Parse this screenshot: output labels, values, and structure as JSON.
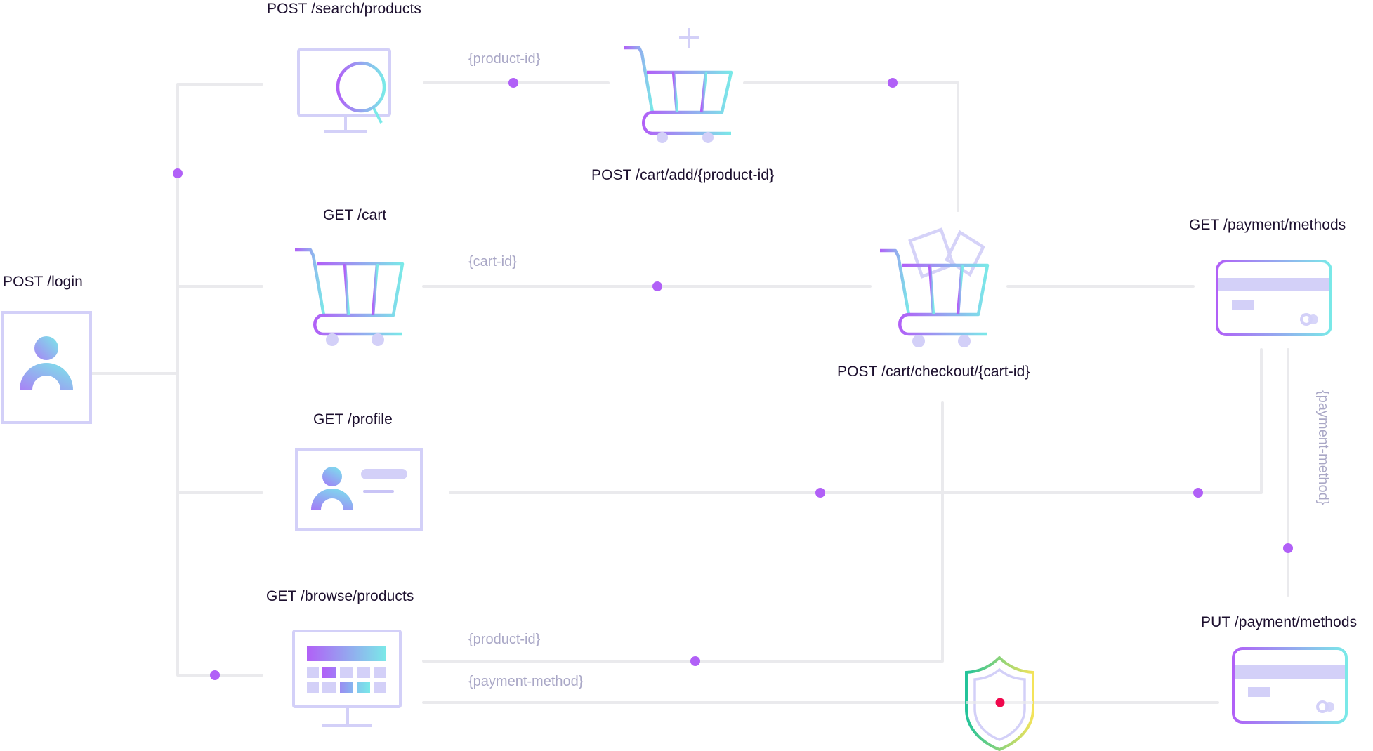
{
  "diagram": {
    "title": "",
    "colors": {
      "connector": "#eaeaed",
      "node_dot": "#b160f7",
      "icon_outline": "#d3d0f8",
      "gradient_start": "#b160f7",
      "gradient_end": "#7ae9e8",
      "shield_gradient": [
        "#22c39a",
        "#f4e35a"
      ],
      "alert_dot": "#f0084d",
      "label_text": "#1c0f2e",
      "param_text": "#a9a7c6"
    },
    "nodes": [
      {
        "id": "login",
        "label": "POST /login",
        "icon": "user-icon"
      },
      {
        "id": "search",
        "label": "POST /search/products",
        "icon": "monitor-search-icon"
      },
      {
        "id": "cart_add",
        "label": "POST /cart/add/{product-id}",
        "icon": "cart-add-icon"
      },
      {
        "id": "get_cart",
        "label": "GET /cart",
        "icon": "cart-icon"
      },
      {
        "id": "checkout",
        "label": "POST /cart/checkout/{cart-id}",
        "icon": "cart-full-icon"
      },
      {
        "id": "get_payment",
        "label": "GET /payment/methods",
        "icon": "credit-card-icon"
      },
      {
        "id": "profile",
        "label": "GET /profile",
        "icon": "profile-card-icon"
      },
      {
        "id": "browse",
        "label": "GET /browse/products",
        "icon": "monitor-grid-icon"
      },
      {
        "id": "security",
        "label": "",
        "icon": "shield-icon"
      },
      {
        "id": "put_payment",
        "label": "PUT /payment/methods",
        "icon": "credit-card-icon"
      }
    ],
    "edges": [
      {
        "from": "login",
        "to": "search",
        "param": ""
      },
      {
        "from": "login",
        "to": "get_cart",
        "param": ""
      },
      {
        "from": "login",
        "to": "profile",
        "param": ""
      },
      {
        "from": "login",
        "to": "browse",
        "param": ""
      },
      {
        "from": "search",
        "to": "cart_add",
        "param": "{product-id}"
      },
      {
        "from": "cart_add",
        "to": "checkout",
        "param": ""
      },
      {
        "from": "get_cart",
        "to": "checkout",
        "param": "{cart-id}"
      },
      {
        "from": "checkout",
        "to": "get_payment",
        "param": ""
      },
      {
        "from": "profile",
        "to": "get_payment",
        "param": ""
      },
      {
        "from": "get_payment",
        "to": "put_payment",
        "param": "{payment-method}"
      },
      {
        "from": "browse",
        "to": "checkout",
        "param": "{product-id}"
      },
      {
        "from": "browse",
        "to": "put_payment",
        "param": "{payment-method}"
      }
    ],
    "param_labels": {
      "search_to_cart": "{product-id}",
      "cart_to_checkout": "{cart-id}",
      "payment_vertical": "{payment-method}",
      "browse_product": "{product-id}",
      "browse_payment": "{payment-method}"
    }
  }
}
